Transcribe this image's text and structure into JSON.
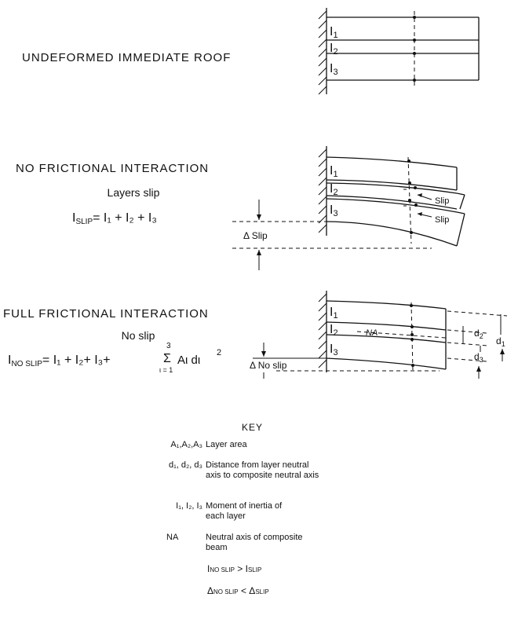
{
  "panels": {
    "undeformed": {
      "title": "UNDEFORMED IMMEDIATE ROOF",
      "layers": [
        "I1",
        "I2",
        "I3"
      ]
    },
    "no_friction": {
      "title": "NO FRICTIONAL INTERACTION",
      "subtitle": "Layers slip",
      "formula_lhs": "I",
      "formula_lhs_sub": "SLIP",
      "formula_rhs": "= I₁ + I₂ + I₃",
      "delta_label": "Δ Slip",
      "slip_label": "Slip"
    },
    "full_friction": {
      "title": "FULL FRICTIONAL INTERACTION",
      "subtitle": "No slip",
      "formula_lhs": "I",
      "formula_lhs_sub": "NO SLIP",
      "formula_rhs_a": "= I₁ + I₂+ I₃+",
      "sum_top": "3",
      "sum_bottom": "ι = 1",
      "sum_term": "Aι dι",
      "sum_exp": "2",
      "delta_label": "Δ No slip",
      "na_label": "NA",
      "d_labels": [
        "d2",
        "d1",
        "d3"
      ]
    }
  },
  "key": {
    "title": "KEY",
    "entries": [
      {
        "symbol": "A₁,A₂,A₃",
        "description": "Layer area"
      },
      {
        "symbol": "d₁, d₂, d₃",
        "description": "Distance from layer neutral axis to composite neutral axis"
      },
      {
        "symbol": "I₁, I₂, I₃",
        "description": "Moment of inertia of each layer"
      },
      {
        "symbol": "NA",
        "description": "Neutral axis of composite beam"
      }
    ],
    "inequality_1": "Iₙₒ ₛₗᵢₚ > Iₛₗᵢₚ",
    "inequality_1_parts": {
      "a": "I",
      "a_sub": "NO SLIP",
      "op": ">",
      "b": "I",
      "b_sub": "SLIP"
    },
    "inequality_2_parts": {
      "a": "Δ",
      "a_sub": "NO SLIP",
      "op": "<",
      "b": "Δ",
      "b_sub": "SLIP"
    }
  }
}
